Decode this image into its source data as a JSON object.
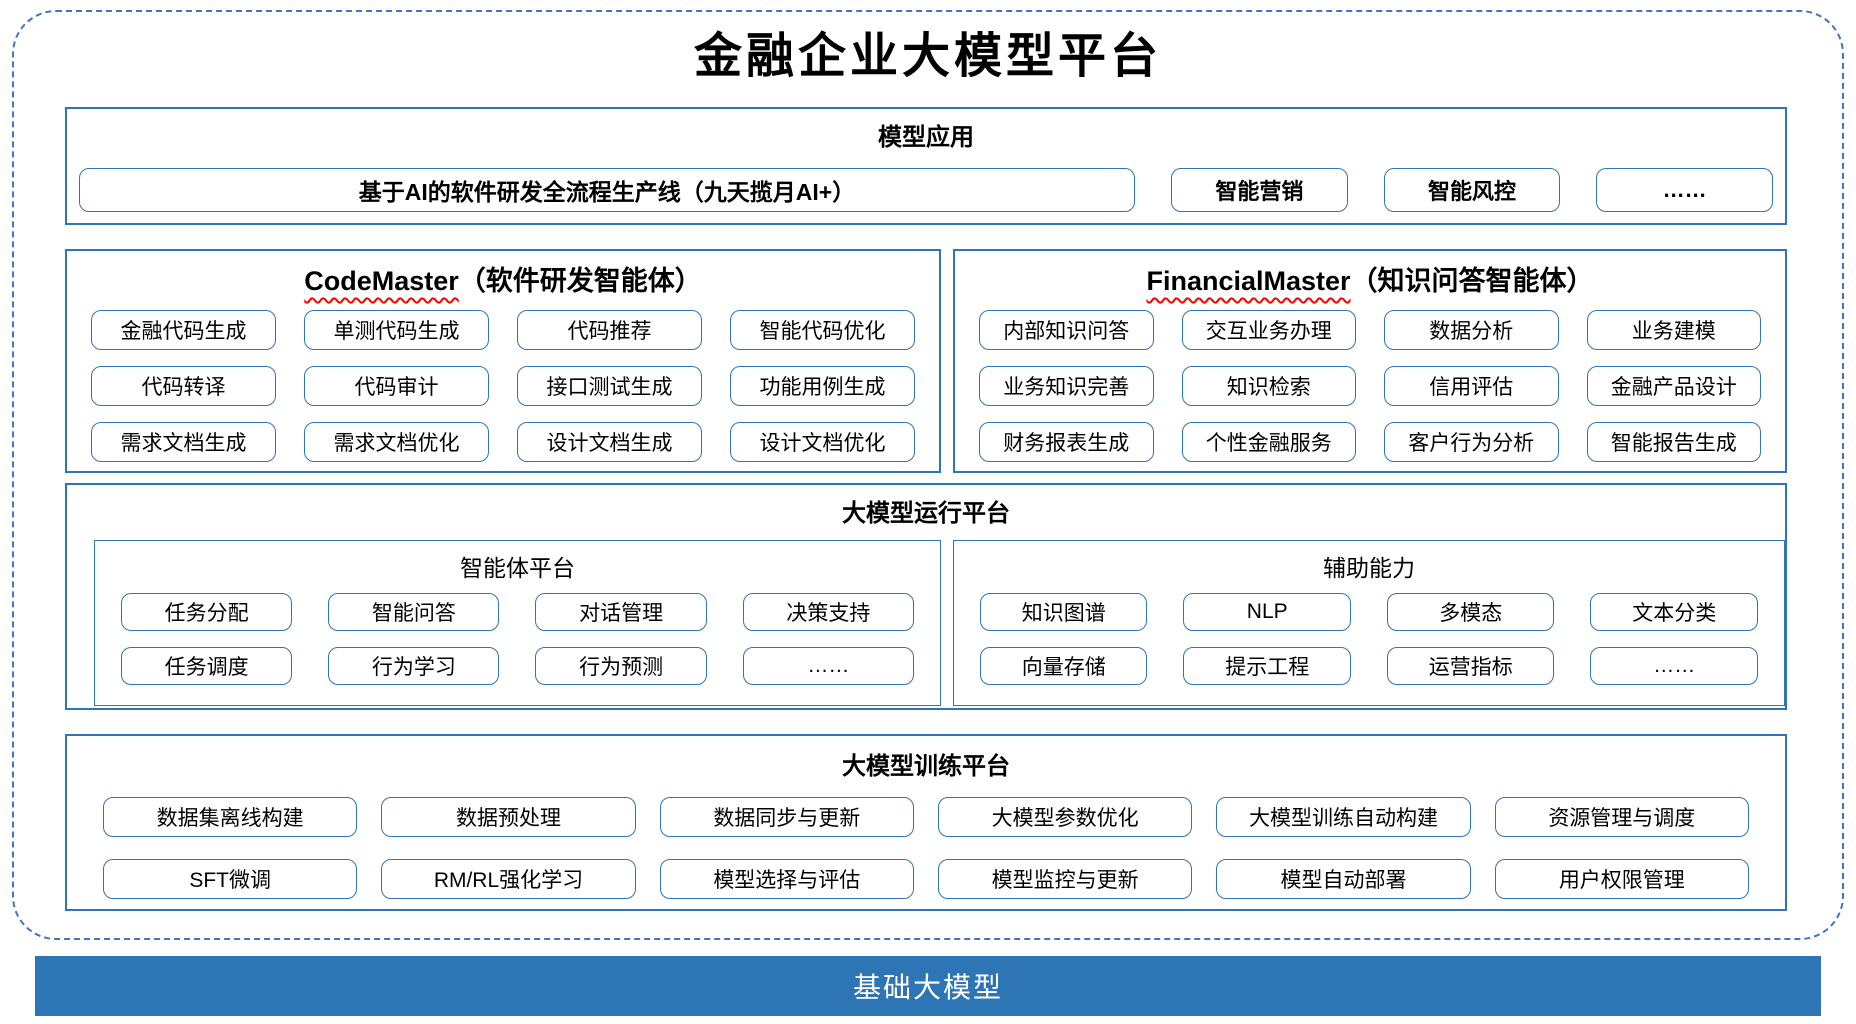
{
  "title": "金融企业大模型平台",
  "colors": {
    "section_border": "#2E75B6",
    "dashed_border": "#4472C4",
    "foundation_bg": "#2E75B6",
    "squiggle": "#ff0000"
  },
  "model_app": {
    "title": "模型应用",
    "main_button": "基于AI的软件研发全流程生产线（九天揽月AI+）",
    "buttons": [
      "智能营销",
      "智能风控",
      "……"
    ]
  },
  "agents": [
    {
      "name_en": "CodeMaster",
      "name_cn": "（软件研发智能体）",
      "items": [
        "金融代码生成",
        "单测代码生成",
        "代码推荐",
        "智能代码优化",
        "代码转译",
        "代码审计",
        "接口测试生成",
        "功能用例生成",
        "需求文档生成",
        "需求文档优化",
        "设计文档生成",
        "设计文档优化"
      ]
    },
    {
      "name_en": "FinancialMaster",
      "name_cn": "（知识问答智能体）",
      "items": [
        "内部知识问答",
        "交互业务办理",
        "数据分析",
        "业务建模",
        "业务知识完善",
        "知识检索",
        "信用评估",
        "金融产品设计",
        "财务报表生成",
        "个性金融服务",
        "客户行为分析",
        "智能报告生成"
      ]
    }
  ],
  "runtime": {
    "title": "大模型运行平台",
    "groups": [
      {
        "title": "智能体平台",
        "items": [
          "任务分配",
          "智能问答",
          "对话管理",
          "决策支持",
          "任务调度",
          "行为学习",
          "行为预测",
          "……"
        ]
      },
      {
        "title": "辅助能力",
        "items": [
          "知识图谱",
          "NLP",
          "多模态",
          "文本分类",
          "向量存储",
          "提示工程",
          "运营指标",
          "……"
        ]
      }
    ]
  },
  "training": {
    "title": "大模型训练平台",
    "items": [
      "数据集离线构建",
      "数据预处理",
      "数据同步与更新",
      "大模型参数优化",
      "大模型训练自动构建",
      "资源管理与调度",
      "SFT微调",
      "RM/RL强化学习",
      "模型选择与评估",
      "模型监控与更新",
      "模型自动部署",
      "用户权限管理"
    ]
  },
  "foundation": {
    "title": "基础大模型"
  }
}
